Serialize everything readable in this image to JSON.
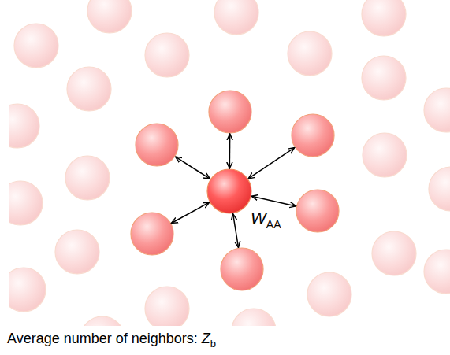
{
  "diagram": {
    "labels": [
      "W",
      "AA",
      "Average number of neighbors:",
      "Z",
      "b"
    ]
  }
}
